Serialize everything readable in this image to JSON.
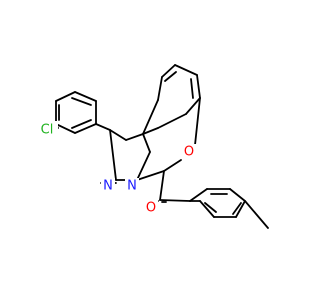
{
  "molecule": {
    "atoms": [
      {
        "id": "cl",
        "symbol": "Cl",
        "color": "#1fb21f"
      },
      {
        "id": "n1",
        "symbol": "N",
        "color": "#1a1aff"
      },
      {
        "id": "n2",
        "symbol": "N",
        "color": "#1a1aff"
      },
      {
        "id": "o1",
        "symbol": "O",
        "color": "#ff0000"
      },
      {
        "id": "o2",
        "symbol": "O",
        "color": "#ff0000"
      }
    ],
    "bond_color": "#000000"
  }
}
